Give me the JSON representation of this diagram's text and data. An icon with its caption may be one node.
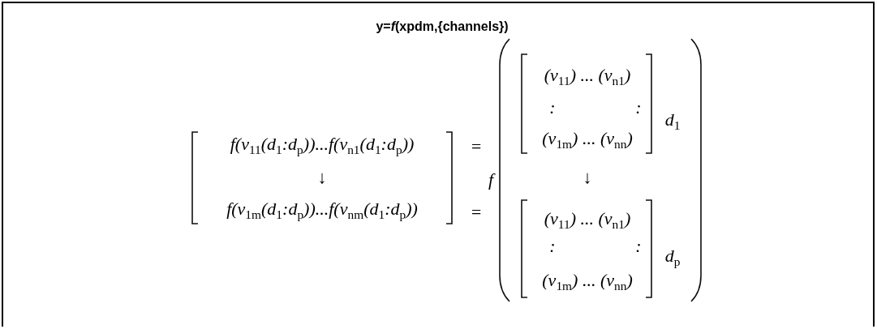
{
  "diagram": {
    "title": "y=*f*(xpdm,{channels})",
    "labels": [
      "f(v$_{11}$(d$_{1}$:d$_{p}$))...f(v$_{n1}$(d$_{1}$:d$_{p}$))",
      "↓",
      "f(v$_{1m}$(d$_{1}$:d$_{p}$))...f(v$_{nm}$(d$_{1}$:d$_{p}$))",
      "=",
      "=",
      "f",
      "(v$_{11}$) ... (v$_{n1}$)",
      ":",
      ":",
      "(v$_{1m}$) ... (v$_{nn}$)",
      "d$_{1}$",
      "↓",
      "(v$_{11}$) ... (v$_{n1}$)",
      ":",
      ":",
      "(v$_{1m}$) ... (v$_{nn}$)",
      "d$_{p}$"
    ]
  }
}
